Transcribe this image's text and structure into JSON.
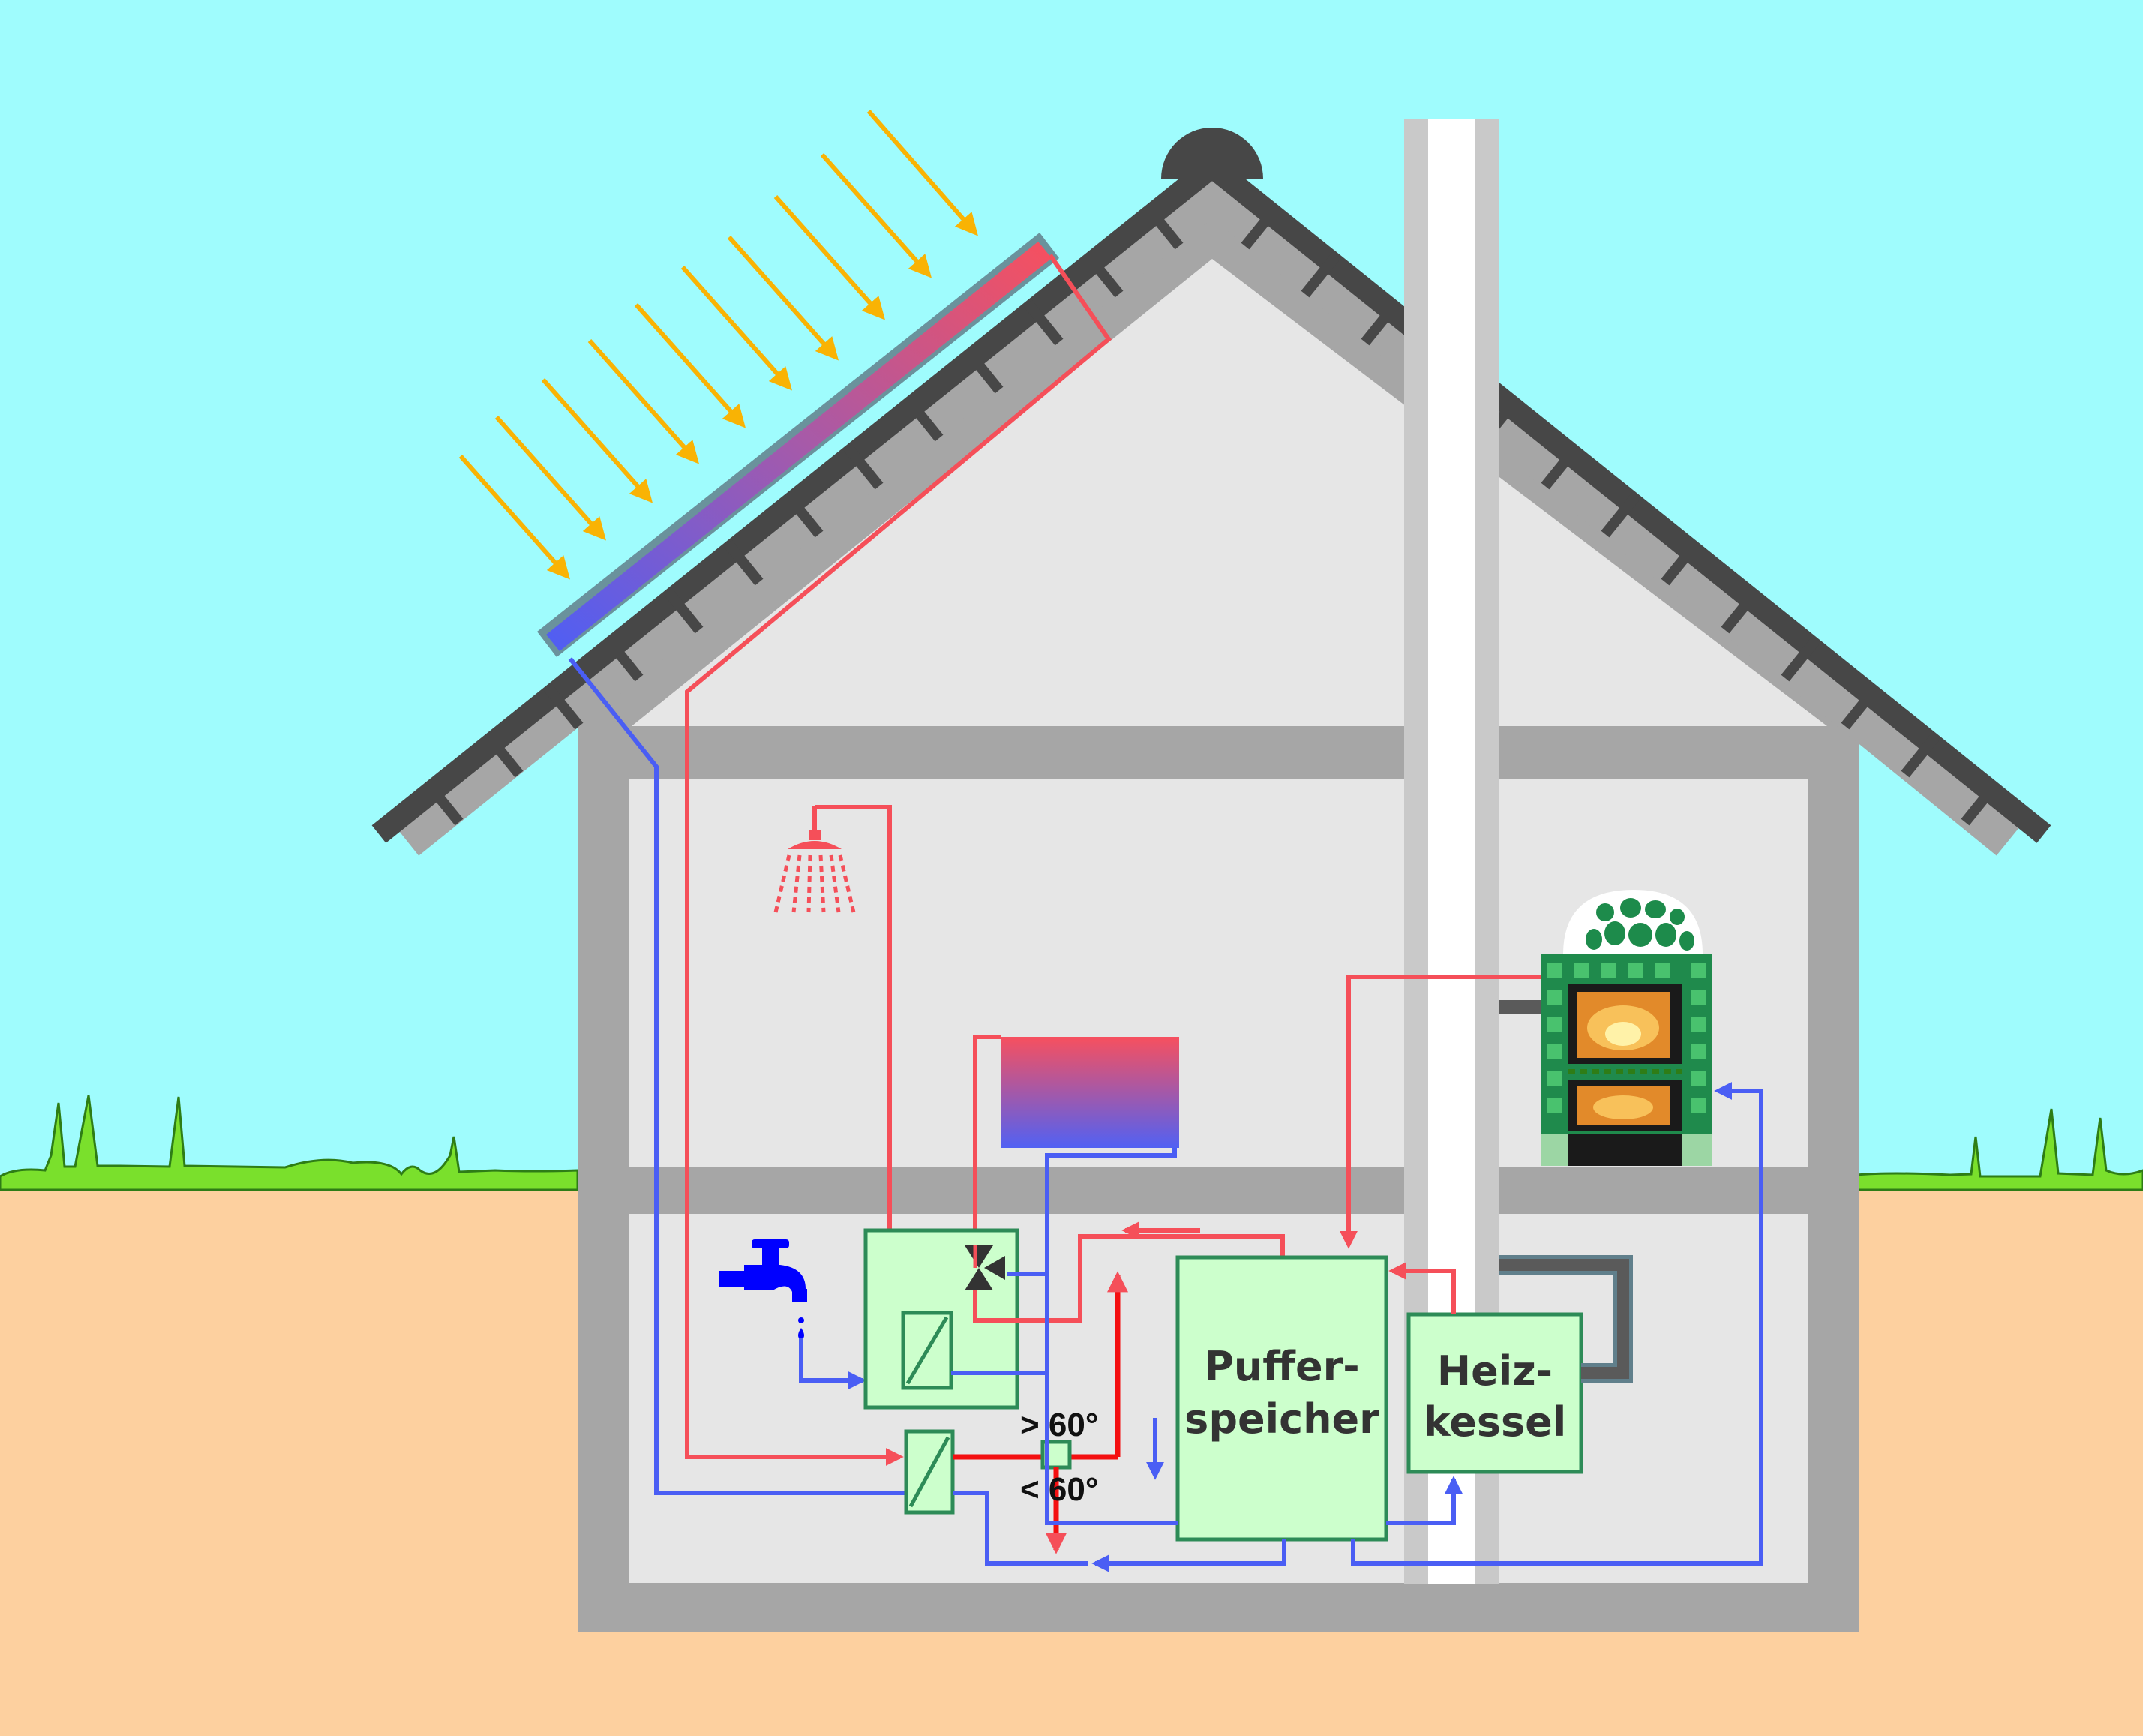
{
  "labels": {
    "buffer_tank_line1": "Puffer-",
    "buffer_tank_line2": "speicher",
    "boiler_line1": "Heiz-",
    "boiler_line2": "kessel",
    "above_threshold": "> 60°",
    "below_threshold": "< 60°"
  },
  "colors": {
    "sky": "#9ffcfd",
    "ground": "#fdd09f",
    "grass": "#7ae02c",
    "wall": "#a6a6a6",
    "room": "#e6e6e6",
    "roof_tiles": "#474747",
    "hot_line": "#f54f59",
    "hot_line_strong": "#f40f10",
    "cold_line": "#4a5ef4",
    "component_fill": "#ccffcc",
    "component_border": "#2d8b57",
    "sun_rays": "#f9b304",
    "chimney": "#c9c9c9"
  },
  "icons": {
    "shower": "shower-icon",
    "tap": "water-tap-icon",
    "stove": "tiled-stove-icon",
    "radiator": "radiator-icon",
    "solar_panel": "solar-collector-icon",
    "heat_exchanger": "heat-exchanger-icon",
    "mixing_valve": "three-way-valve-icon",
    "thermostat": "thermostat-icon",
    "sun_rays": "sun-ray-arrow-icon"
  }
}
